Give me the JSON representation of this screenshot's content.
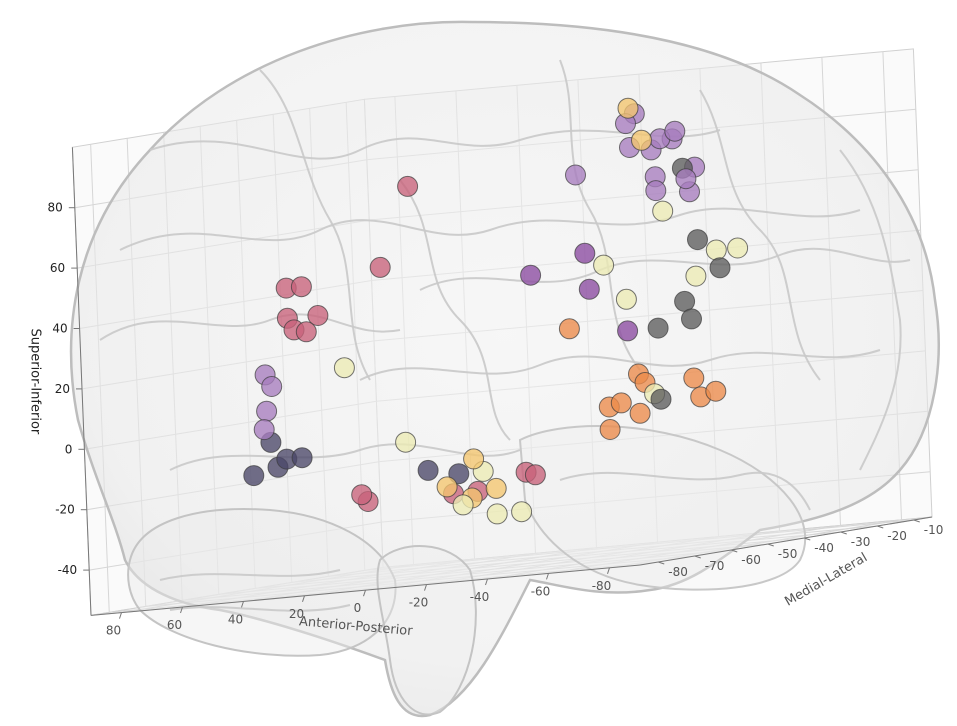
{
  "chart_data": {
    "type": "scatter",
    "projection": "3d",
    "title": "",
    "grid": true,
    "legend": "none",
    "background": "translucent brain surface mesh",
    "axes": {
      "x": {
        "label": "Anterior-Posterior",
        "ticks": [
          80,
          60,
          40,
          20,
          0,
          -20,
          -40,
          -60,
          -80
        ],
        "range": [
          -90,
          90
        ]
      },
      "y": {
        "label": "Medial-Lateral",
        "ticks": [
          -10,
          -20,
          -30,
          -40,
          -50,
          -60,
          -70,
          -80
        ],
        "range": [
          -85,
          -5
        ]
      },
      "z": {
        "label": "Superior-Inferior",
        "ticks": [
          80,
          60,
          40,
          20,
          0,
          -20,
          -40
        ],
        "range": [
          -55,
          100
        ]
      }
    },
    "colors": {
      "pink": "#c8627a",
      "purple": "#8a4aa0",
      "violet": "#a77cbe",
      "navy": "#4a4668",
      "orange": "#ec8a4a",
      "gold": "#f3c56e",
      "cream": "#ecebb4",
      "gray": "#5c5c5c"
    },
    "series": [
      {
        "color": "pink",
        "points": [
          {
            "x": 64,
            "y": -50,
            "z": 44
          },
          {
            "x": 59,
            "y": -50,
            "z": 44
          },
          {
            "x": 64,
            "y": -50,
            "z": 34
          },
          {
            "x": 54,
            "y": -50,
            "z": 34
          },
          {
            "x": 62,
            "y": -50,
            "z": 30
          },
          {
            "x": 58,
            "y": -50,
            "z": 29
          },
          {
            "x": 35,
            "y": -40,
            "z": 73
          },
          {
            "x": 33,
            "y": -50,
            "z": 48
          },
          {
            "x": 36,
            "y": -55,
            "z": -26
          },
          {
            "x": -3,
            "y": -40,
            "z": -26
          },
          {
            "x": -12,
            "y": -50,
            "z": -24
          },
          {
            "x": 28,
            "y": -60,
            "z": -28
          },
          {
            "x": 0,
            "y": -60,
            "z": -28
          },
          {
            "x": -8,
            "y": -60,
            "z": -28
          }
        ]
      },
      {
        "color": "violet",
        "points": [
          {
            "x": 72,
            "y": -50,
            "z": 16
          },
          {
            "x": 70,
            "y": -50,
            "z": 12
          },
          {
            "x": 72,
            "y": -50,
            "z": 4
          },
          {
            "x": 73,
            "y": -50,
            "z": -2
          },
          {
            "x": -52,
            "y": -50,
            "z": 91
          },
          {
            "x": -49,
            "y": -50,
            "z": 88
          },
          {
            "x": -50,
            "y": -50,
            "z": 80
          },
          {
            "x": -60,
            "y": -50,
            "z": 82
          },
          {
            "x": -65,
            "y": -50,
            "z": 84
          },
          {
            "x": -63,
            "y": -55,
            "z": 79
          },
          {
            "x": -64,
            "y": -55,
            "z": 70
          },
          {
            "x": -70,
            "y": -55,
            "z": 82
          },
          {
            "x": -77,
            "y": -55,
            "z": 72
          },
          {
            "x": -68,
            "y": -50,
            "z": 68
          },
          {
            "x": -58,
            "y": -50,
            "z": 65
          },
          {
            "x": -75,
            "y": -55,
            "z": 64
          },
          {
            "x": -38,
            "y": -55,
            "z": 73
          }
        ]
      },
      {
        "color": "purple",
        "points": [
          {
            "x": -4,
            "y": -40,
            "z": 40
          },
          {
            "x": -28,
            "y": -45,
            "z": 46
          },
          {
            "x": -29,
            "y": -45,
            "z": 34
          },
          {
            "x": -53,
            "y": -55,
            "z": 20
          }
        ]
      },
      {
        "color": "navy",
        "points": [
          {
            "x": 65,
            "y": -55,
            "z": -6
          },
          {
            "x": 60,
            "y": -55,
            "z": -12
          },
          {
            "x": 55,
            "y": -55,
            "z": -12
          },
          {
            "x": 57,
            "y": -60,
            "z": -14
          },
          {
            "x": 65,
            "y": -60,
            "z": -16
          },
          {
            "x": 14,
            "y": -55,
            "z": -20
          },
          {
            "x": 4,
            "y": -55,
            "z": -22
          }
        ]
      },
      {
        "color": "orange",
        "points": [
          {
            "x": -28,
            "y": -50,
            "z": 22
          },
          {
            "x": -50,
            "y": -50,
            "z": 5
          },
          {
            "x": -52,
            "y": -50,
            "z": 2
          },
          {
            "x": -40,
            "y": -50,
            "z": -5
          },
          {
            "x": -44,
            "y": -50,
            "z": -4
          },
          {
            "x": -50,
            "y": -50,
            "z": -8
          },
          {
            "x": -46,
            "y": -55,
            "z": -12
          },
          {
            "x": -68,
            "y": -50,
            "z": 2
          },
          {
            "x": -75,
            "y": -50,
            "z": -3
          },
          {
            "x": -76,
            "y": -55,
            "z": -4
          }
        ]
      },
      {
        "color": "gold",
        "points": [
          {
            "x": -50,
            "y": -50,
            "z": 93
          },
          {
            "x": -54,
            "y": -50,
            "z": 82
          },
          {
            "x": 5,
            "y": -50,
            "z": -18
          },
          {
            "x": 8,
            "y": -55,
            "z": -26
          },
          {
            "x": -8,
            "y": -55,
            "z": -28
          },
          {
            "x": -6,
            "y": -60,
            "z": -30
          }
        ]
      },
      {
        "color": "cream",
        "points": [
          {
            "x": 46,
            "y": -50,
            "z": 16
          },
          {
            "x": 21,
            "y": -55,
            "z": -10
          },
          {
            "x": -4,
            "y": -55,
            "z": -22
          },
          {
            "x": -3,
            "y": -60,
            "z": -32
          },
          {
            "x": -14,
            "y": -60,
            "z": -36
          },
          {
            "x": -22,
            "y": -60,
            "z": -36
          },
          {
            "x": -40,
            "y": -50,
            "z": 42
          },
          {
            "x": -47,
            "y": -50,
            "z": 30
          },
          {
            "x": -60,
            "y": -50,
            "z": 58
          },
          {
            "x": -83,
            "y": -55,
            "z": 44
          },
          {
            "x": -76,
            "y": -55,
            "z": 36
          },
          {
            "x": -90,
            "y": -55,
            "z": 44
          },
          {
            "x": -55,
            "y": -50,
            "z": -2
          }
        ]
      },
      {
        "color": "gray",
        "points": [
          {
            "x": -73,
            "y": -55,
            "z": 72
          },
          {
            "x": -77,
            "y": -55,
            "z": 48
          },
          {
            "x": -84,
            "y": -55,
            "z": 38
          },
          {
            "x": -72,
            "y": -55,
            "z": 28
          },
          {
            "x": -74,
            "y": -55,
            "z": 22
          },
          {
            "x": -63,
            "y": -55,
            "z": 20
          },
          {
            "x": -57,
            "y": -50,
            "z": -4
          }
        ]
      }
    ]
  }
}
